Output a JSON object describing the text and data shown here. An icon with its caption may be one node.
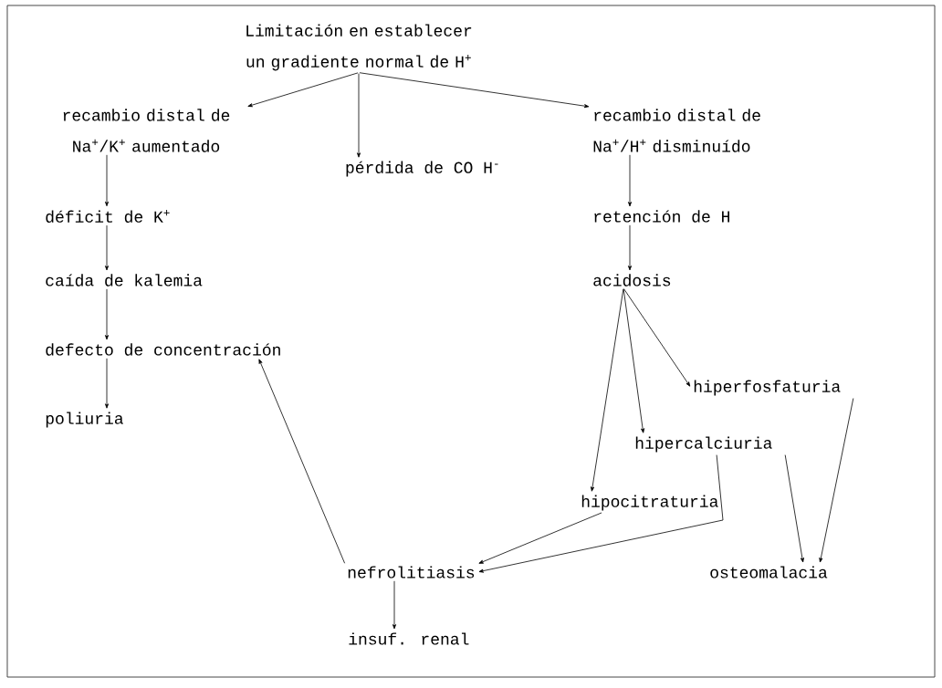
{
  "diagram": {
    "nodes": [
      {
        "text": [
          "Limitación en establecer un gradiente normal de H$^{+}$"
        ]
      },
      {
        "text": [
          "recambio distal de Na$^{+}$/K$^{+}$ aumentado"
        ]
      },
      {
        "text": [
          "pérdida de CO H$^{-}$"
        ]
      },
      {
        "text": [
          "recambio distal de Na$^{+}$/H$^{+}$ disminuído"
        ]
      },
      {
        "text": [
          "déficit de K$^{+}$"
        ]
      },
      {
        "text": [
          "caída de kalemia"
        ]
      },
      {
        "text": [
          "defecto de concentración"
        ]
      },
      {
        "text": [
          "poliuria"
        ]
      },
      {
        "text": [
          "retención de H"
        ]
      },
      {
        "text": [
          "acidosis"
        ]
      },
      {
        "text": [
          "hiperfosfaturia"
        ]
      },
      {
        "text": [
          "hipercalciuria"
        ]
      },
      {
        "text": [
          "hipocitraturia"
        ]
      },
      {
        "text": [
          "nefrolitiasis"
        ]
      },
      {
        "text": [
          "osteomalacia"
        ]
      },
      {
        "text": [
          "insuf. renal"
        ]
      }
    ],
    "edges": [
      {
        "from": 0,
        "to": 1,
        "arrow": "to"
      },
      {
        "from": 0,
        "to": 2,
        "arrow": "to"
      },
      {
        "from": 0,
        "to": 3,
        "arrow": "to"
      },
      {
        "from": 1,
        "to": 4,
        "arrow": "to"
      },
      {
        "from": 4,
        "to": 5,
        "arrow": "to"
      },
      {
        "from": 5,
        "to": 6,
        "arrow": "to"
      },
      {
        "from": 6,
        "to": 7,
        "arrow": "to"
      },
      {
        "from": 3,
        "to": 8,
        "arrow": "to"
      },
      {
        "from": 8,
        "to": 9,
        "arrow": "to"
      },
      {
        "from": 9,
        "to": 10,
        "arrow": "to"
      },
      {
        "from": 9,
        "to": 11,
        "arrow": "to"
      },
      {
        "from": 9,
        "to": 12,
        "arrow": "to"
      },
      {
        "from": 11,
        "to": 13,
        "arrow": "to"
      },
      {
        "from": 12,
        "to": 13,
        "arrow": "to"
      },
      {
        "from": 11,
        "to": 14,
        "arrow": "to"
      },
      {
        "from": 10,
        "to": 14,
        "arrow": "to"
      },
      {
        "from": 13,
        "to": 6,
        "arrow": "to"
      },
      {
        "from": 13,
        "to": 15,
        "arrow": "to"
      }
    ]
  }
}
